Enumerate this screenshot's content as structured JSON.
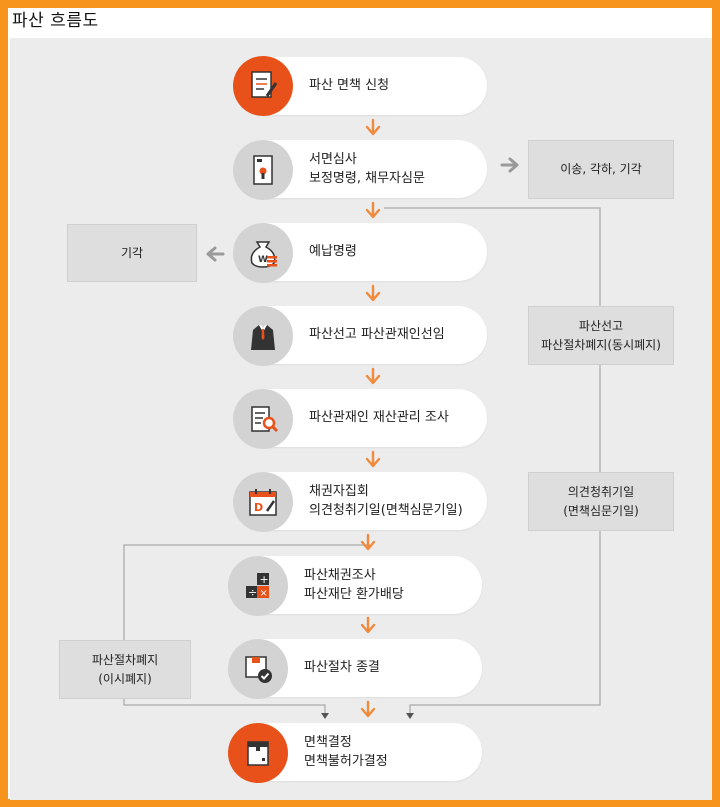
{
  "title": "파산 흐름도",
  "steps": [
    {
      "lines": [
        "파산 면책 신청"
      ],
      "icon": "document-pen-icon"
    },
    {
      "lines": [
        "서면심사",
        "보정명령, 채무자심문"
      ],
      "icon": "id-document-icon"
    },
    {
      "lines": [
        "예납명령"
      ],
      "icon": "money-bag-icon"
    },
    {
      "lines": [
        "파산선고 파산관재인선임"
      ],
      "icon": "suit-icon"
    },
    {
      "lines": [
        "파산관재인 재산관리 조사"
      ],
      "icon": "magnifier-document-icon"
    },
    {
      "lines": [
        "채권자집회",
        "의견청취기일(면책심문기일)"
      ],
      "icon": "calendar-icon"
    },
    {
      "lines": [
        "파산채권조사",
        "파산재단 환가배당"
      ],
      "icon": "calculator-icon"
    },
    {
      "lines": [
        "파산절차 종결"
      ],
      "icon": "box-check-icon"
    },
    {
      "lines": [
        "면책결정",
        "면책불허가결정"
      ],
      "icon": "decision-box-icon"
    }
  ],
  "side_boxes": {
    "transfer": [
      "이송, 각하, 기각"
    ],
    "dismiss": [
      "기각"
    ],
    "simultaneous_abolition": [
      "파산선고",
      "파산절차폐지(동시폐지)"
    ],
    "opinion_hearing": [
      "의견청취기일",
      "(면책심문기일)"
    ],
    "abolition_after": [
      "파산절차폐지",
      "(이시폐지)"
    ]
  },
  "colors": {
    "accent": "#e8521a",
    "arrow": "#f08a3c",
    "grey_arrow": "#9a9a9a",
    "frame": "#f7941d"
  }
}
